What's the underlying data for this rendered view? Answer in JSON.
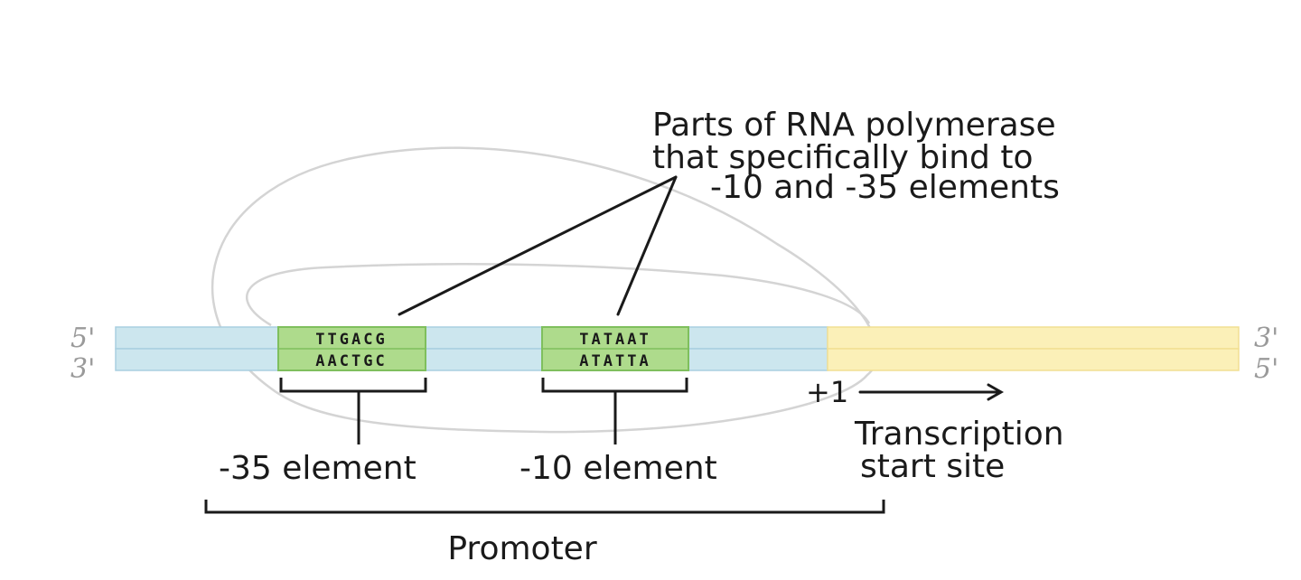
{
  "strand_ends": {
    "top_left": "5'",
    "bottom_left": "3'",
    "top_right": "3'",
    "bottom_right": "5'"
  },
  "minus35": {
    "top_seq": "TTGACG",
    "bottom_seq": "AACTGC",
    "label": "-35 element"
  },
  "minus10": {
    "top_seq": "TATAAT",
    "bottom_seq": "ATATTA",
    "label": "-10 element"
  },
  "polymerase_note": {
    "line1": "Parts of RNA polymerase",
    "line2": "that specifically bind to",
    "line3": "-10 and -35 elements"
  },
  "start_site": {
    "marker": "+1",
    "line1": "Transcription",
    "line2": "start site"
  },
  "promoter_label": "Promoter",
  "colors": {
    "promoter_dna": "#cce6ee",
    "gene_dna": "#fbf0b8",
    "element_box": "#aedb8c",
    "polymerase_outline": "#d0d0d0"
  }
}
